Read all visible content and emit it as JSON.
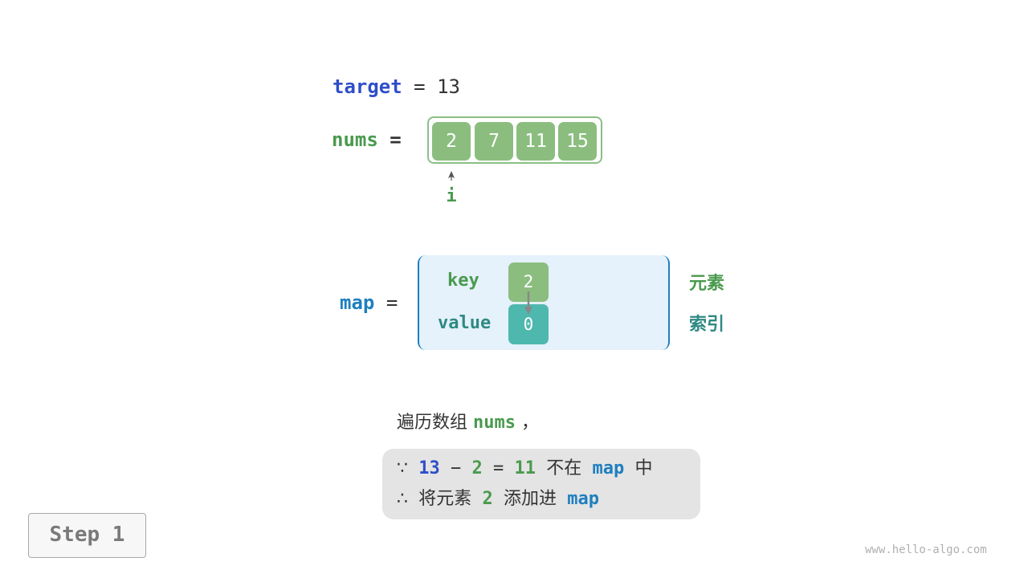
{
  "target": {
    "name": "target",
    "equals": "=",
    "value": "13"
  },
  "nums": {
    "name": "nums",
    "equals": "=",
    "values": [
      "2",
      "7",
      "11",
      "15"
    ],
    "pointer_label": "i"
  },
  "map": {
    "name": "map",
    "equals": "=",
    "key_label": "key",
    "value_label": "value",
    "entries": [
      {
        "key": "2",
        "value": "0"
      }
    ],
    "legend_key": "元素",
    "legend_value": "索引"
  },
  "description": {
    "prefix": "遍历数组",
    "name": "nums",
    "suffix": "，"
  },
  "explanation": {
    "line1": {
      "symbol": "∵",
      "target": "13",
      "minus": "−",
      "num": "2",
      "equals": "=",
      "result": "11",
      "not_in": "不在",
      "map": "map",
      "mid": "中"
    },
    "line2": {
      "symbol": "∴",
      "add_prefix": "将元素",
      "num": "2",
      "add_suffix": "添加进",
      "map": "map"
    }
  },
  "step": {
    "label": "Step 1"
  },
  "watermark": "www.hello-algo.com",
  "colors": {
    "blue": "#2f4ec9",
    "green": "#4a9a4e",
    "map_blue": "#1e7fbf",
    "teal": "#2e8a82",
    "cell_green": "#8bbd7f",
    "cell_teal": "#4fb8ae",
    "map_bg": "#e5f1fb",
    "explain_bg": "#e4e4e4"
  }
}
